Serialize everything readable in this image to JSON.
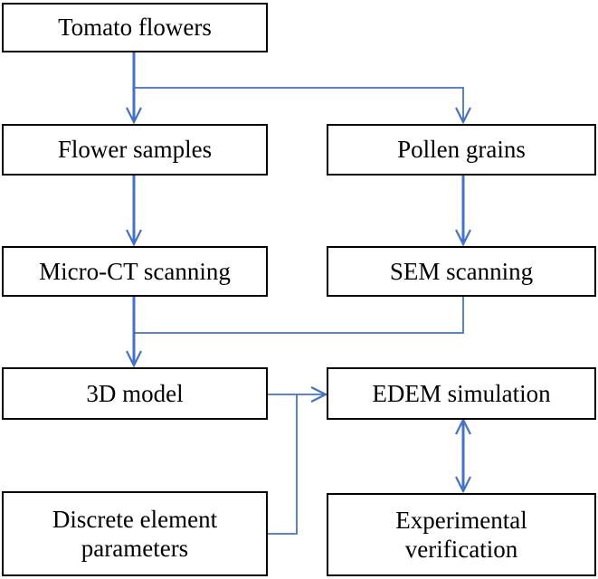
{
  "colors": {
    "box_border": "#000000",
    "connector": "#4472C4",
    "background": "#ffffff"
  },
  "nodes": {
    "tomato_flowers": "Tomato flowers",
    "flower_samples": "Flower samples",
    "pollen_grains": "Pollen grains",
    "micro_ct_scanning": "Micro-CT scanning",
    "sem_scanning": "SEM scanning",
    "model_3d": "3D model",
    "edem_simulation": "EDEM simulation",
    "discrete_element_parameters": [
      "Discrete element",
      "parameters"
    ],
    "experimental_verification": [
      "Experimental",
      "verification"
    ]
  },
  "edges": [
    {
      "from": "Tomato flowers",
      "to": "Flower samples"
    },
    {
      "from": "Tomato flowers",
      "to": "Pollen grains"
    },
    {
      "from": "Flower samples",
      "to": "Micro-CT scanning"
    },
    {
      "from": "Pollen grains",
      "to": "SEM scanning"
    },
    {
      "from": "Micro-CT scanning",
      "to": "3D model"
    },
    {
      "from": "SEM scanning",
      "to": "3D model"
    },
    {
      "from": "3D model",
      "to": "EDEM simulation"
    },
    {
      "from": "Discrete element parameters",
      "to": "EDEM simulation"
    },
    {
      "from": "EDEM simulation",
      "to": "Experimental verification",
      "bidirectional": true
    }
  ]
}
